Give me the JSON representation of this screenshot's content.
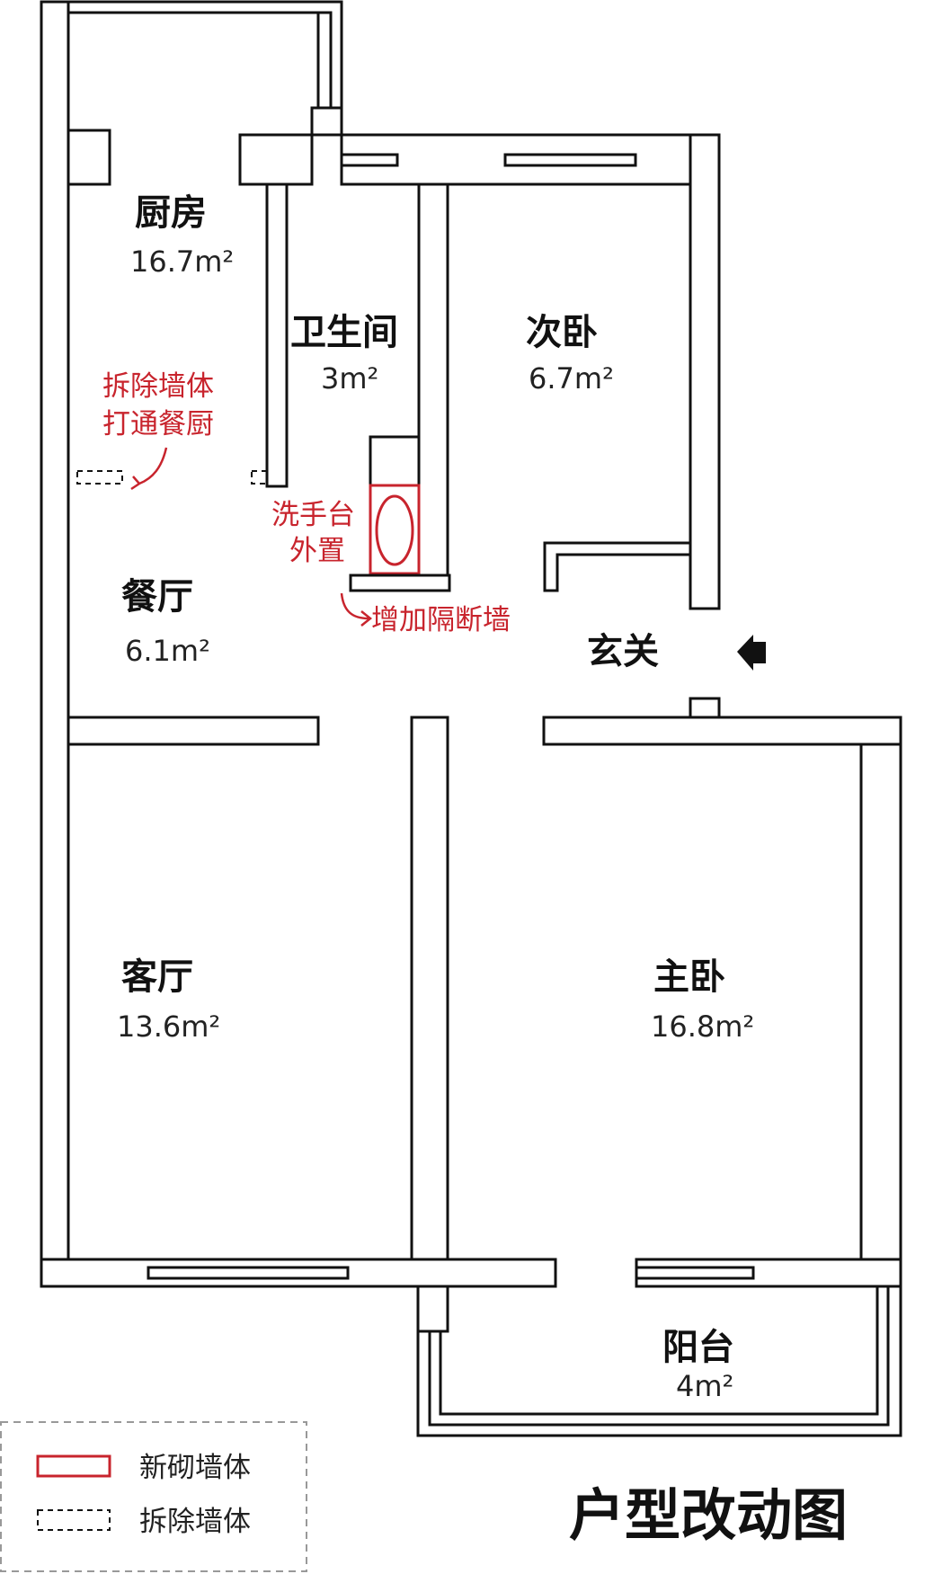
{
  "rooms": {
    "kitchen": {
      "name": "厨房",
      "area": "16.7m²"
    },
    "bathroom": {
      "name": "卫生间",
      "area": "3m²"
    },
    "second_bedroom": {
      "name": "次卧",
      "area": "6.7m²"
    },
    "dining": {
      "name": "餐厅",
      "area": "6.1m²"
    },
    "entrance": {
      "name": "玄关"
    },
    "living": {
      "name": "客厅",
      "area": "13.6m²"
    },
    "master_bedroom": {
      "name": "主卧",
      "area": "16.8m²"
    },
    "balcony": {
      "name": "阳台",
      "area": "4m²"
    }
  },
  "annotations": {
    "remove_wall": [
      "拆除墙体",
      "打通餐厨"
    ],
    "sink": [
      "洗手台",
      "外置"
    ],
    "partition": "增加隔断墙"
  },
  "legend": {
    "new_wall": "新砌墙体",
    "removed_wall": "拆除墙体"
  },
  "title": "户型改动图",
  "colors": {
    "wall": "#111111",
    "new_wall": "#c8242d",
    "annotation": "#c8242d"
  }
}
